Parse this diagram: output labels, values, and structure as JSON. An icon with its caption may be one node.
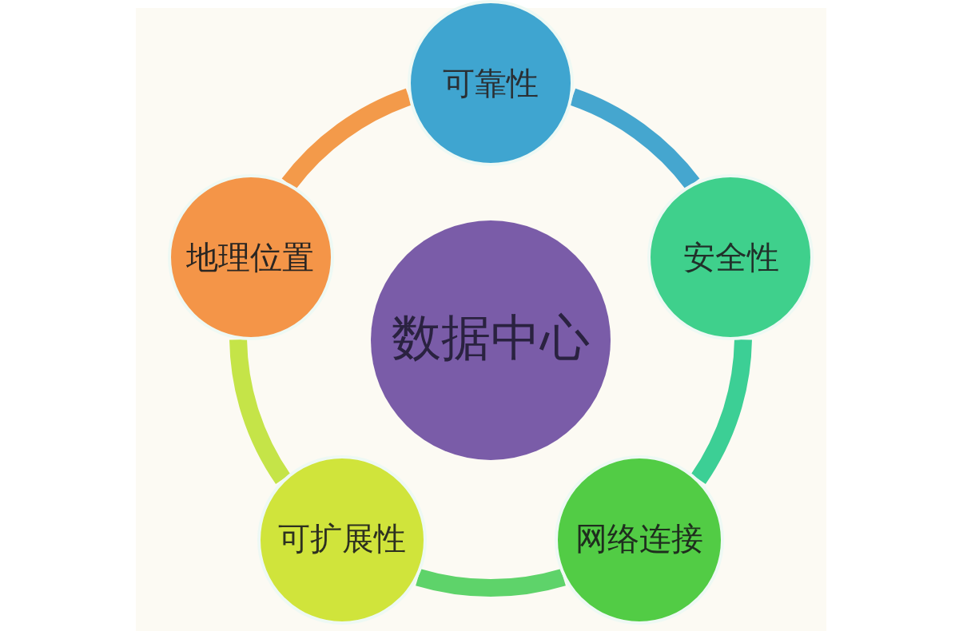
{
  "diagram": {
    "nodes": [
      {
        "text": [
          "可靠性"
        ]
      },
      {
        "text": [
          "地理位置"
        ]
      },
      {
        "text": [
          "数据中心"
        ]
      },
      {
        "text": [
          "安全性"
        ]
      },
      {
        "text": [
          "可扩展性"
        ]
      },
      {
        "text": [
          "网络连接"
        ]
      }
    ],
    "edges": [
      {
        "from": 0,
        "to": 3,
        "arrow": "none",
        "color": "#45a6cf"
      },
      {
        "from": 3,
        "to": 5,
        "arrow": "none",
        "color": "#3ccf95"
      },
      {
        "from": 5,
        "to": 4,
        "arrow": "none",
        "color": "#5ed36a"
      },
      {
        "from": 4,
        "to": 1,
        "arrow": "none",
        "color": "#c5e448"
      },
      {
        "from": 1,
        "to": 0,
        "arrow": "none",
        "color": "#f39a4a"
      }
    ]
  }
}
